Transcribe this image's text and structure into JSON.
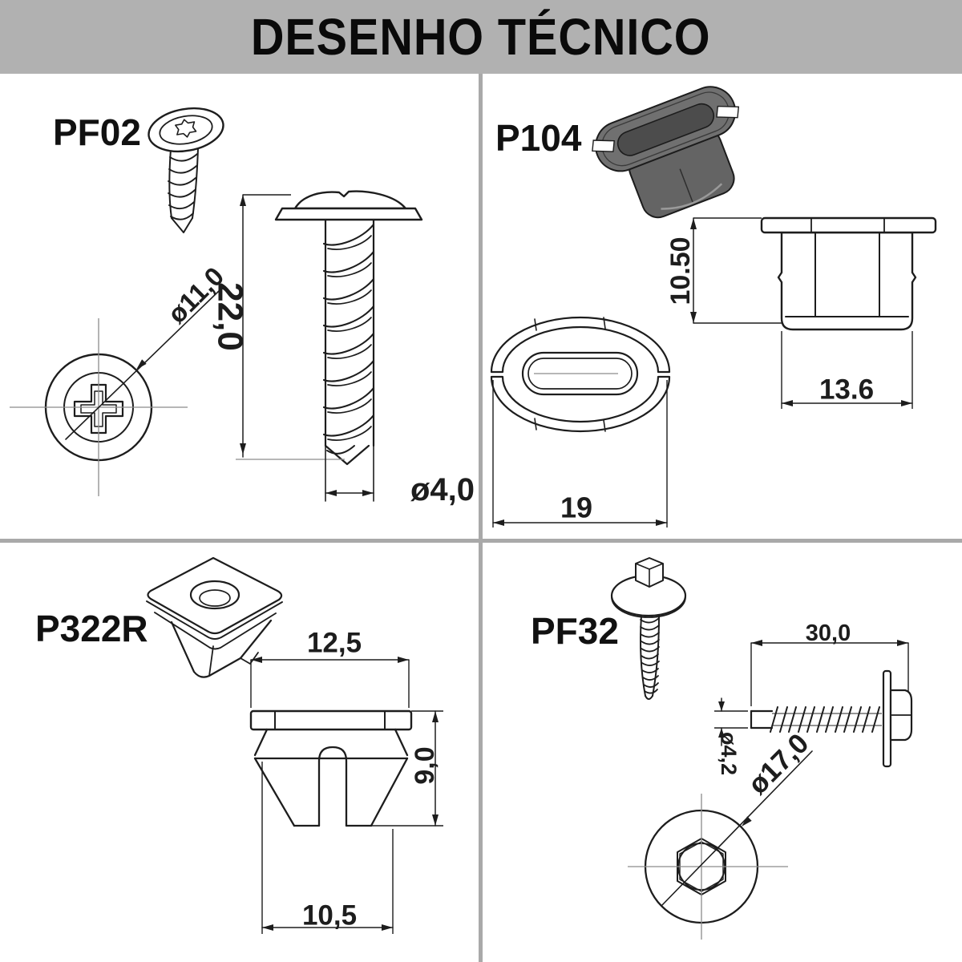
{
  "header": {
    "title": "DESENHO TÉCNICO"
  },
  "colors": {
    "header_bg": "#b1b1b1",
    "divider": "#a9a9a9",
    "line": "#1d1d1d",
    "thin_line": "#8c8c8c",
    "grommet_fill": "#6e6e6e"
  },
  "parts": {
    "pf02": {
      "label": "PF02",
      "dims": {
        "head_diameter": "ø11,0",
        "length": "22,0",
        "thread_diameter": "ø4,0"
      }
    },
    "p104": {
      "label": "P104",
      "dims": {
        "height": "10.50",
        "body_width": "13.6",
        "overall_length": "19"
      }
    },
    "p322r": {
      "label": "P322R",
      "dims": {
        "flange_width": "12,5",
        "height": "9,0",
        "base_width": "10,5"
      }
    },
    "pf32": {
      "label": "PF32",
      "dims": {
        "length": "30,0",
        "thread_diameter": "ø4,2",
        "washer_diameter": "ø17,0"
      }
    }
  }
}
